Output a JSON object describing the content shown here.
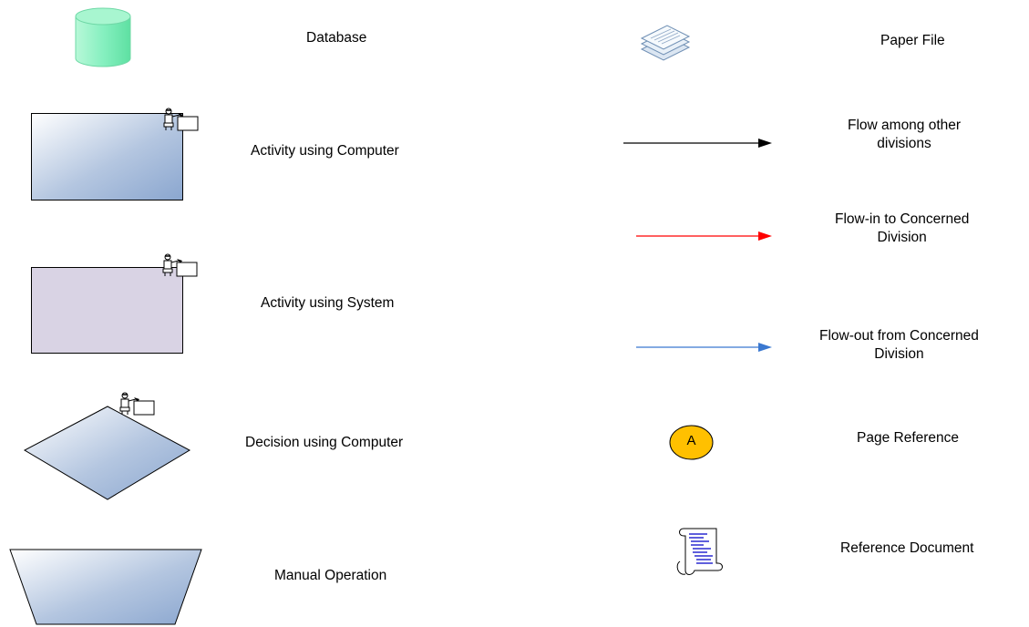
{
  "legend": {
    "left": [
      {
        "id": "database",
        "label": "Database",
        "icon": "database-icon"
      },
      {
        "id": "activity-computer",
        "label": "Activity using Computer",
        "icon": "computer-user-icon"
      },
      {
        "id": "activity-system",
        "label": "Activity using System",
        "icon": "computer-user-icon"
      },
      {
        "id": "decision-computer",
        "label": "Decision using Computer",
        "icon": "computer-user-icon"
      },
      {
        "id": "manual-operation",
        "label": "Manual Operation",
        "icon": "manual-operation-icon"
      }
    ],
    "right": [
      {
        "id": "paper-file",
        "label": "Paper File",
        "icon": "paper-stack-icon"
      },
      {
        "id": "flow-other",
        "label_lines": [
          "Flow among other",
          "divisions"
        ],
        "color": "#000000"
      },
      {
        "id": "flow-in",
        "label_lines": [
          "Flow-in to Concerned",
          "Division"
        ],
        "color": "#ff0000"
      },
      {
        "id": "flow-out",
        "label_lines": [
          "Flow-out from Concerned",
          "Division"
        ],
        "color": "#3a78d0"
      },
      {
        "id": "page-reference",
        "label": "Page Reference",
        "connector_letter": "A",
        "color": "#ffc000"
      },
      {
        "id": "reference-document",
        "label": "Reference Document",
        "icon": "scroll-document-icon"
      }
    ]
  },
  "colors": {
    "shape_gradient_light": "#ffffff",
    "shape_gradient_dark": "#8eaad0",
    "system_fill": "#d9d3e4",
    "database_fill": "#7ff0b8",
    "text_lines_blue": "#2a2ad0"
  }
}
